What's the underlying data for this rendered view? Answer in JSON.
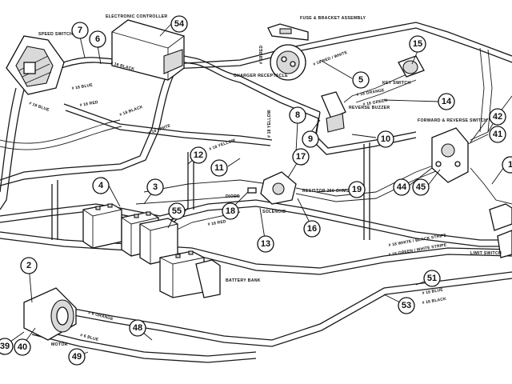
{
  "diagram": {
    "components": [
      {
        "id": "speed-switch",
        "label": "SPEED SWITCH"
      },
      {
        "id": "electronic-controller",
        "label": "ELECTRONIC CONTROLLER"
      },
      {
        "id": "fuse-bracket",
        "label": "FUSE & BRACKET ASSEMBLY"
      },
      {
        "id": "charger-receptacle",
        "label": "CHARGER RECEPTACLE"
      },
      {
        "id": "key-switch",
        "label": "KEY SWITCH"
      },
      {
        "id": "reverse-buzzer",
        "label": "REVERSE BUZZER"
      },
      {
        "id": "forward-reverse-switch",
        "label": "FORWARD & REVERSE SWITCH"
      },
      {
        "id": "diode",
        "label": "DIODE"
      },
      {
        "id": "solenoid",
        "label": "SOLENOID"
      },
      {
        "id": "resistor",
        "label": "RESISTOR 250 OHMS"
      },
      {
        "id": "battery-bank",
        "label": "BATTERY BANK"
      },
      {
        "id": "limit-switch",
        "label": "LIMIT SWITCH"
      },
      {
        "id": "motor",
        "label": "MOTOR"
      }
    ],
    "wire_labels": [
      {
        "id": "w-red",
        "text": "# 18 RED"
      },
      {
        "id": "w-red-white",
        "text": "# 18 RED / WHITE"
      },
      {
        "id": "w-black-1",
        "text": "# 18 BLACK"
      },
      {
        "id": "w-blue-1",
        "text": "# 18 BLUE"
      },
      {
        "id": "w-red-2",
        "text": "# 18 RED"
      },
      {
        "id": "w-black-2",
        "text": "# 18 BLACK"
      },
      {
        "id": "w-orange",
        "text": "# 18 ORANGE"
      },
      {
        "id": "w-green",
        "text": "# 18 GREEN"
      },
      {
        "id": "w-white",
        "text": "# 18 WHITE"
      },
      {
        "id": "w-yellow-1",
        "text": "# 18 YELLOW"
      },
      {
        "id": "w-yellow-2",
        "text": "# 18 YELLOW"
      },
      {
        "id": "w-blue-2",
        "text": "# 18 BLUE"
      },
      {
        "id": "w-red-3",
        "text": "# 18 RED"
      },
      {
        "id": "w-white-black",
        "text": "# 18 WHITE / BLACK STRIPE"
      },
      {
        "id": "w-green-white",
        "text": "# 18 GREEN / WHITE STRIPE"
      },
      {
        "id": "w-blue-3",
        "text": "# 18 BLUE"
      },
      {
        "id": "w-black-3",
        "text": "# 18 BLACK"
      },
      {
        "id": "w-orange-2",
        "text": "# 6 ORANGE"
      },
      {
        "id": "w-blue-4",
        "text": "# 6 BLUE"
      }
    ],
    "callouts": [
      "7",
      "6",
      "54",
      "5",
      "15",
      "14",
      "8",
      "9",
      "10",
      "42",
      "41",
      "12",
      "11",
      "17",
      "4",
      "3",
      "18",
      "19",
      "44",
      "45",
      "55",
      "16",
      "13",
      "2",
      "51",
      "53",
      "48",
      "39",
      "40",
      "49",
      "1"
    ]
  }
}
